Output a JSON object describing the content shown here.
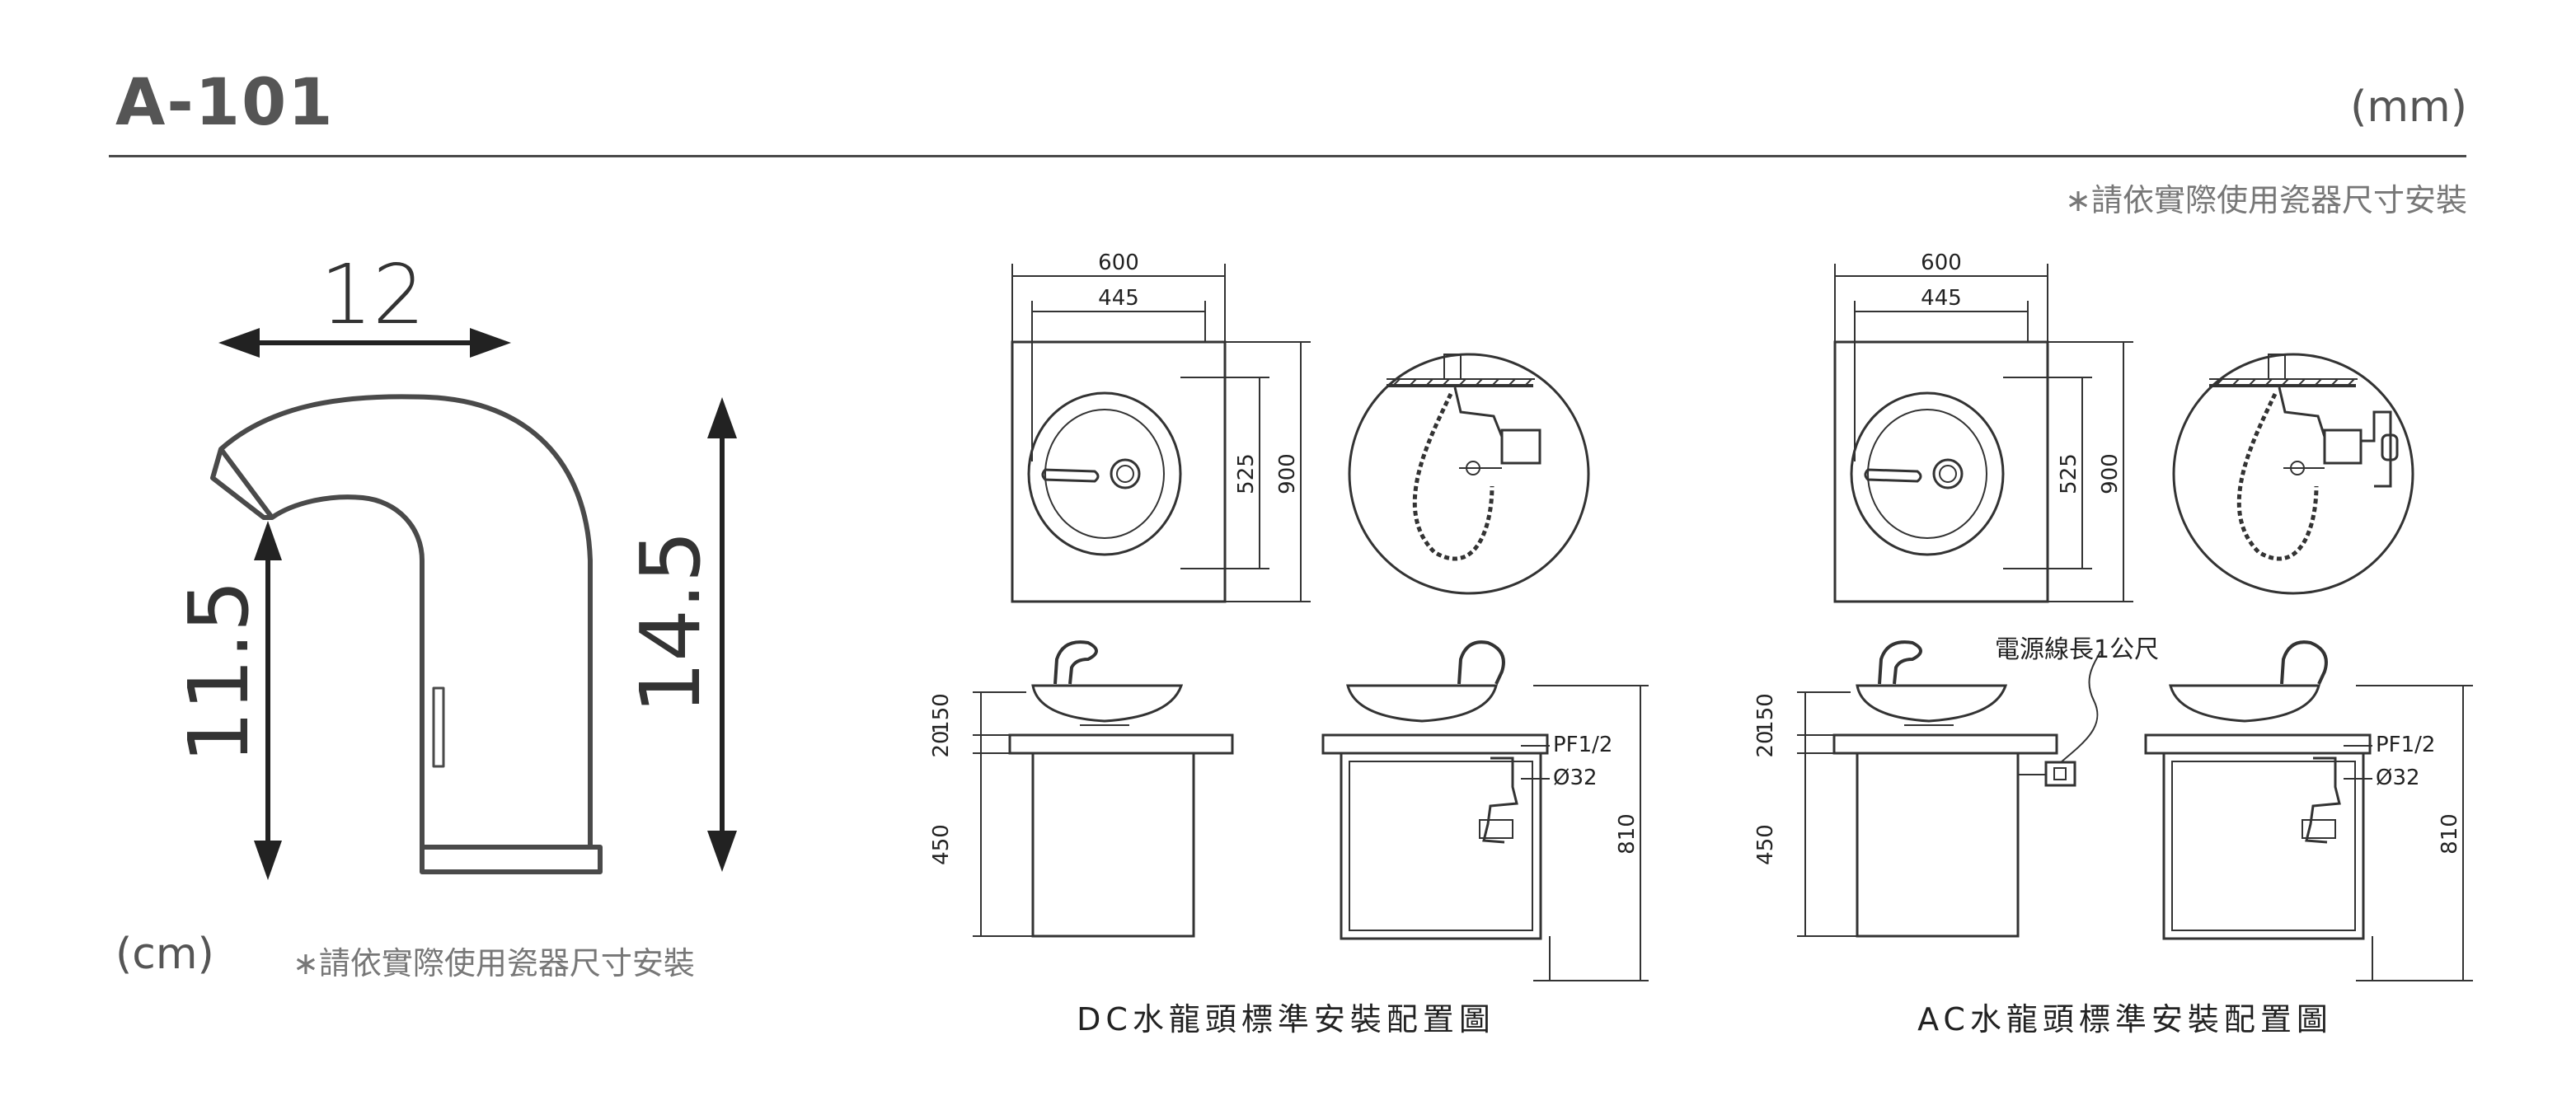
{
  "header": {
    "title": "A-101",
    "unit_mm": "(mm)",
    "note_top": "∗請依實際使用瓷器尺寸安裝"
  },
  "faucet": {
    "width_dim": "12",
    "spout_height_dim": "11.5",
    "total_height_dim": "14.5",
    "unit_cm": "(cm)",
    "note": "∗請依實際使用瓷器尺寸安裝"
  },
  "dc": {
    "top_width_outer": "600",
    "top_width_inner": "445",
    "top_depth_inner": "525",
    "top_depth_outer": "900",
    "dim_150": "150",
    "dim_20": "20",
    "dim_450": "450",
    "dim_810": "810",
    "pf_label": "PF1/2",
    "dia_label": "Ø32",
    "caption": "DC水龍頭標準安裝配置圖"
  },
  "ac": {
    "top_width_outer": "600",
    "top_width_inner": "445",
    "top_depth_inner": "525",
    "top_depth_outer": "900",
    "dim_150": "150",
    "dim_20": "20",
    "dim_450": "450",
    "dim_810": "810",
    "pf_label": "PF1/2",
    "dia_label": "Ø32",
    "power_cord": "電源線長1公尺",
    "caption": "AC水龍頭標準安裝配置圖"
  }
}
